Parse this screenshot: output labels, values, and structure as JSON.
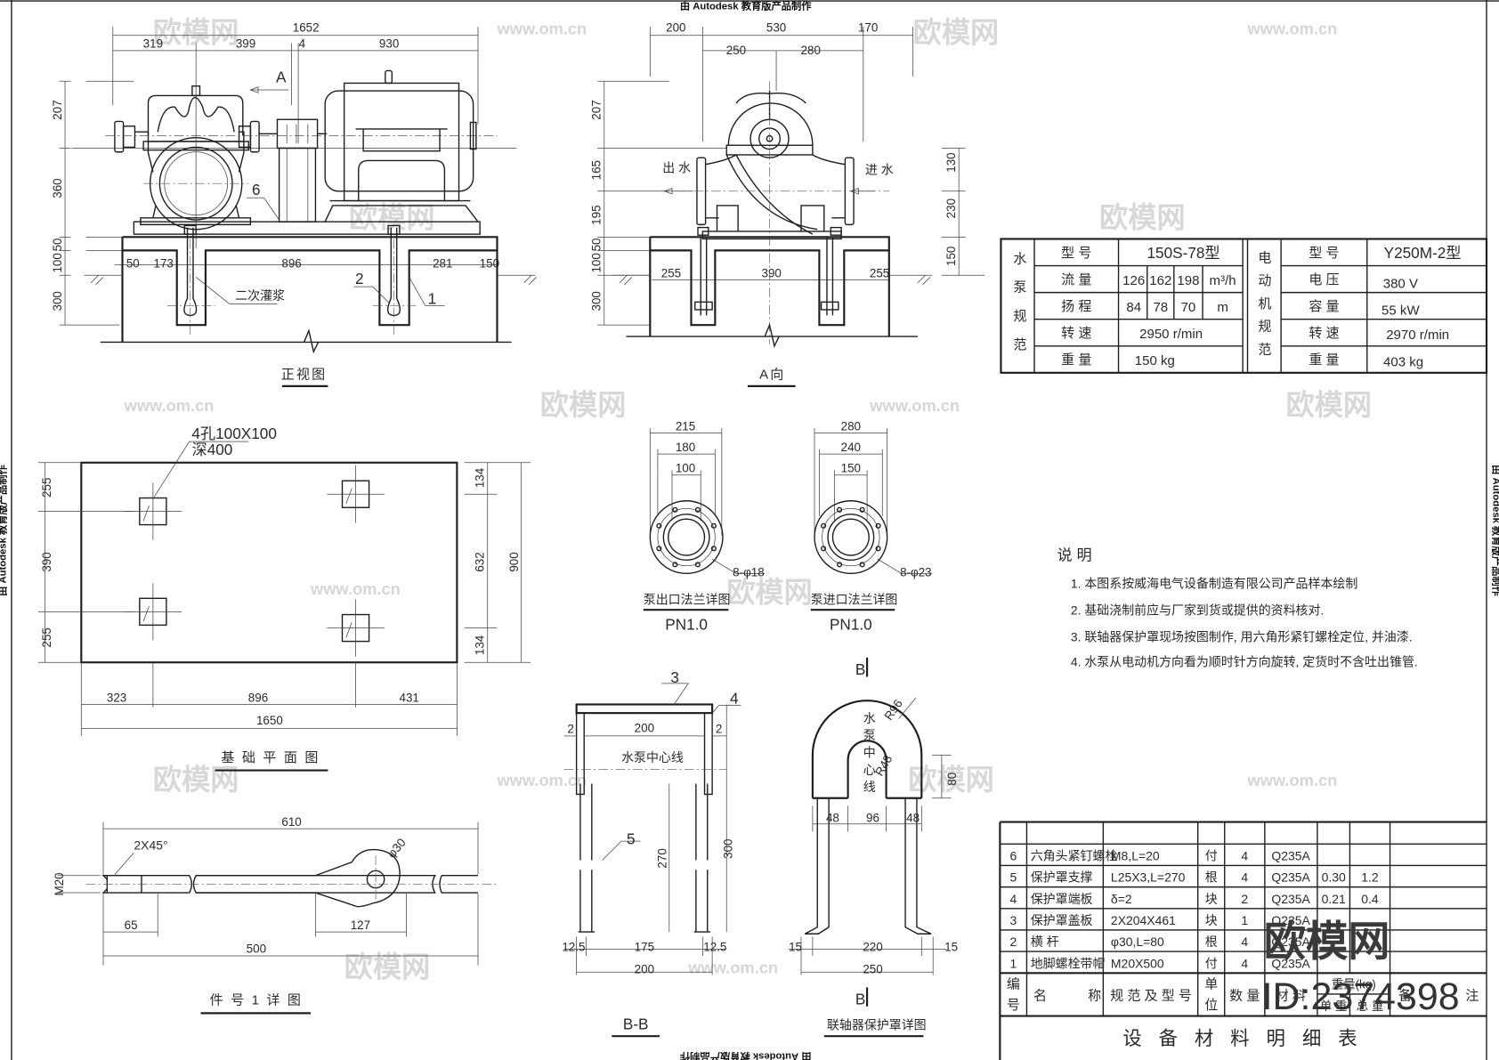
{
  "autodesk_note": "由 Autodesk 教育版产品制作",
  "watermarks": {
    "site": "欧模网",
    "url": "www.om.cn",
    "id": "ID:2374398"
  },
  "front_view": {
    "title": "正视图",
    "dims": [
      "1652",
      "319",
      "399",
      "4",
      "930",
      "207",
      "360",
      "50",
      "100",
      "300",
      "50",
      "173",
      "896",
      "281",
      "150"
    ],
    "labels": {
      "section_a": "A",
      "part6": "6",
      "part2": "2",
      "part1": "1",
      "grout": "二次灌浆"
    }
  },
  "a_view": {
    "title": "A向",
    "dims": [
      "200",
      "530",
      "170",
      "250",
      "280",
      "207",
      "165",
      "195",
      "50",
      "100",
      "300",
      "130",
      "230",
      "150",
      "255",
      "390",
      "255"
    ],
    "labels": {
      "outlet": "出 水",
      "inlet": "进 水"
    }
  },
  "pump_spec": {
    "heading": [
      "水",
      "泵",
      "规",
      "范"
    ],
    "rows": [
      {
        "label": "型  号",
        "value": "150S-78型"
      },
      {
        "label": "流  量",
        "values": [
          "126",
          "162",
          "198"
        ],
        "unit": "m³/h"
      },
      {
        "label": "扬  程",
        "values": [
          "84",
          "78",
          "70"
        ],
        "unit": "m"
      },
      {
        "label": "转  速",
        "value": "2950 r/min"
      },
      {
        "label": "重  量",
        "value": "150 kg"
      }
    ]
  },
  "motor_spec": {
    "heading": [
      "电",
      "动",
      "机",
      "规",
      "范"
    ],
    "rows": [
      {
        "label": "型  号",
        "value": "Y250M-2型"
      },
      {
        "label": "电  压",
        "value": "380 V"
      },
      {
        "label": "容  量",
        "value": "55 kW"
      },
      {
        "label": "转  速",
        "value": "2970 r/min"
      },
      {
        "label": "重  量",
        "value": "403 kg"
      }
    ]
  },
  "foundation_plan": {
    "title": "基 础 平 面 图",
    "hole_note": [
      "4孔100X100",
      "深400"
    ],
    "dims": [
      "255",
      "390",
      "255",
      "134",
      "632",
      "134",
      "900",
      "323",
      "896",
      "431",
      "1650"
    ]
  },
  "flanges": [
    {
      "dims": [
        "215",
        "180",
        "100"
      ],
      "holes": "8-φ18",
      "title": "泵出口法兰详图",
      "rating": "PN1.0"
    },
    {
      "dims": [
        "280",
        "240",
        "150"
      ],
      "holes": "8-φ23",
      "title": "泵进口法兰详图",
      "rating": "PN1.0"
    }
  ],
  "notes": {
    "heading": "说  明",
    "items": [
      "1.  本图系按威海电气设备制造有限公司产品样本绘制",
      "2.  基础浇制前应与厂家到货或提供的资料核对.",
      "3.  联轴器保护罩现场按图制作, 用六角形紧钉螺栓定位, 并油漆.",
      "4.  水泵从电动机方向看为顺时针方向旋转, 定货时不含吐出锥管."
    ]
  },
  "bb_section": {
    "title": "B-B",
    "centerline": "水泵中心线",
    "dims": [
      "200",
      "2",
      "2",
      "270",
      "300",
      "12.5",
      "175",
      "12.5",
      "200"
    ],
    "labels": [
      "3",
      "4",
      "5"
    ]
  },
  "guard_detail": {
    "title": "联轴器保护罩详图",
    "section_mark": "B",
    "centerline": [
      "水",
      "泵",
      "中",
      "心",
      "线"
    ],
    "radii": [
      "R96",
      "R48"
    ],
    "dims": [
      "80",
      "48",
      "96",
      "48",
      "15",
      "220",
      "15",
      "250"
    ]
  },
  "bolt_detail": {
    "title": "件 号 1 详 图",
    "dims": [
      "610",
      "2X45°",
      "M20",
      "65",
      "127",
      "500",
      "φ30"
    ]
  },
  "bom": {
    "title": "设 备 材 料 明 细 表",
    "headers": {
      "no": [
        "编",
        "号"
      ],
      "name": [
        "名",
        "称"
      ],
      "spec": "规 范 及 型 号",
      "unit": [
        "单",
        "位"
      ],
      "qty": "数 量",
      "material": "材 料",
      "weight": "重量(kg)",
      "unit_w": "单 重",
      "total_w": "总 重",
      "remark": [
        "备",
        "注"
      ]
    },
    "rows": [
      {
        "no": "6",
        "name": "六角头紧钉螺栓",
        "spec": "M8,L=20",
        "unit": "付",
        "qty": "4",
        "material": "Q235A",
        "unit_w": "",
        "total_w": ""
      },
      {
        "no": "5",
        "name": "保护罩支撑",
        "spec": "L25X3,L=270",
        "unit": "根",
        "qty": "4",
        "material": "Q235A",
        "unit_w": "0.30",
        "total_w": "1.2"
      },
      {
        "no": "4",
        "name": "保护罩端板",
        "spec": "δ=2",
        "unit": "块",
        "qty": "2",
        "material": "Q235A",
        "unit_w": "0.21",
        "total_w": "0.4"
      },
      {
        "no": "3",
        "name": "保护罩盖板",
        "spec": "2X204X461",
        "unit": "块",
        "qty": "1",
        "material": "Q235A",
        "unit_w": "",
        "total_w": ""
      },
      {
        "no": "2",
        "name": "横  杆",
        "spec": "φ30,L=80",
        "unit": "根",
        "qty": "4",
        "material": "Q235A",
        "unit_w": "",
        "total_w": ""
      },
      {
        "no": "1",
        "name": "地脚螺栓带帽",
        "spec": "M20X500",
        "unit": "付",
        "qty": "4",
        "material": "Q235A",
        "unit_w": "",
        "total_w": ""
      }
    ]
  }
}
